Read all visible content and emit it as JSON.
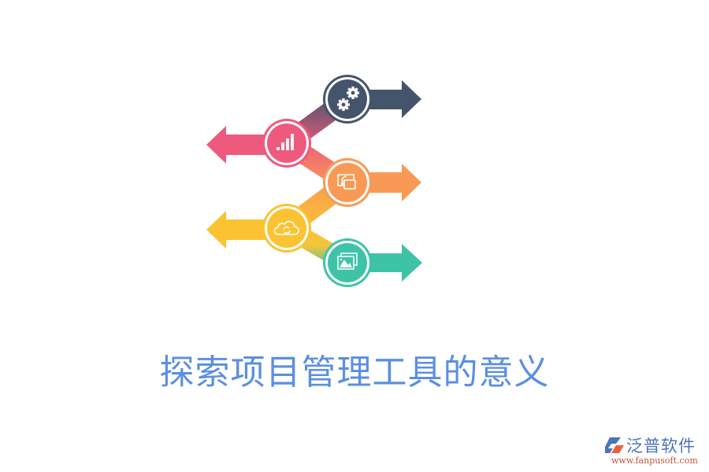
{
  "title": "探索项目管理工具的意义",
  "logo": {
    "name": "泛普软件",
    "url": "www.fanpusoft.com"
  },
  "colors": {
    "title": "#5b8fe0",
    "navy": "#44546a",
    "pink": "#ee5a7d",
    "orange": "#f89a55",
    "yellow": "#fbc332",
    "teal": "#3fc3a7"
  },
  "steps": [
    {
      "index": 1,
      "icon": "gears-icon",
      "color": "#44546a",
      "arrow_direction": "right"
    },
    {
      "index": 2,
      "icon": "bar-chart-icon",
      "color": "#ee5a7d",
      "arrow_direction": "left"
    },
    {
      "index": 3,
      "icon": "wireless-screen-icon",
      "color": "#f89a55",
      "arrow_direction": "right"
    },
    {
      "index": 4,
      "icon": "cloud-sync-icon",
      "color": "#fbc332",
      "arrow_direction": "left"
    },
    {
      "index": 5,
      "icon": "image-gallery-icon",
      "color": "#3fc3a7",
      "arrow_direction": "right"
    }
  ]
}
